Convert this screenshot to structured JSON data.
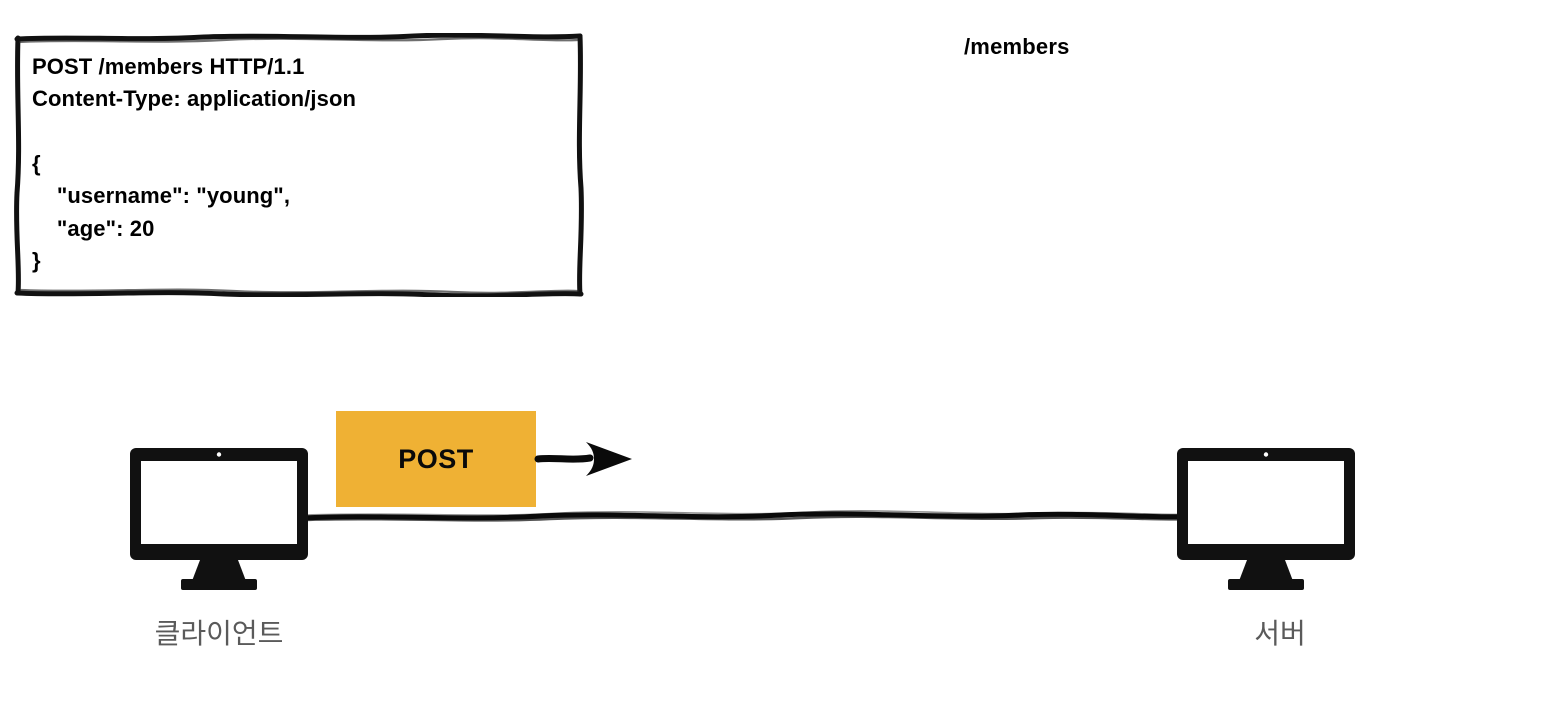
{
  "diagram": {
    "title": "/members",
    "background_color": "#ffffff",
    "accent_color": "#efb134",
    "label_color": "#5a5a5a",
    "line_color": "#000000"
  },
  "request_box": {
    "request_line": "POST /members HTTP/1.1",
    "header_line": "Content-Type: application/json",
    "body_text": "{\n    \"username\": \"young\",\n    \"age\": 20\n}",
    "full_text": "POST /members HTTP/1.1\nContent-Type: application/json\n\n{\n    \"username\": \"young\",\n    \"age\": 20\n}",
    "body": {
      "username": "young",
      "age": 20
    }
  },
  "method_badge": {
    "label": "POST",
    "color": "#efb134",
    "text_color": "#0a0a0a"
  },
  "nodes": {
    "client": {
      "label": "클라이언트",
      "icon": "desktop-monitor-icon"
    },
    "server": {
      "label": "서버",
      "icon": "desktop-monitor-icon"
    }
  },
  "arrow": {
    "direction": "right",
    "from": "client",
    "to": "server"
  }
}
